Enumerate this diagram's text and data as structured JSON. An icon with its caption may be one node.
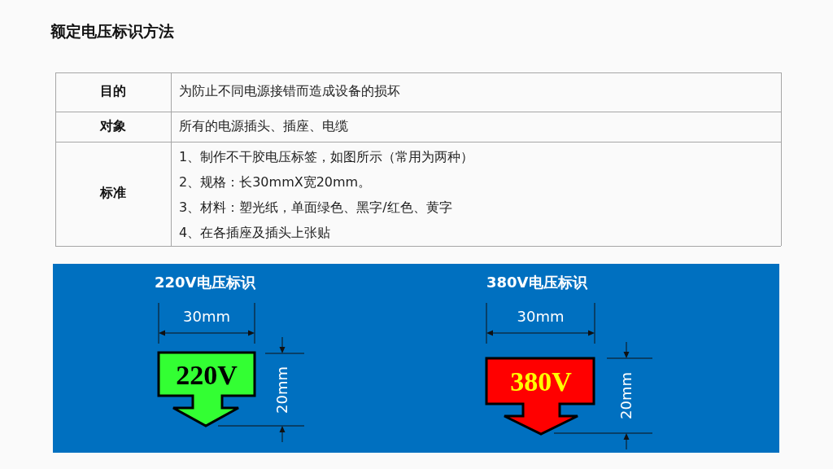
{
  "diagram": {
    "title": "额定电压标识方法",
    "nodes": [
      {
        "text": [
          "220V"
        ]
      },
      {
        "text": [
          "380V"
        ]
      }
    ],
    "labels": [
      "目的",
      "为防止不同电源接错而造成设备的损坏",
      "对象",
      "所有的电源插头、插座、电缆",
      "标准",
      "1、制作不干胶电压标签，如图所示（常用为两种）",
      "2、规格：长30mmX宽20mm。",
      "3、材料：塑光纸，单面绿色、黑字/红色、黄字",
      "4、在各插座及插头上张贴",
      "220V电压标识",
      "30mm",
      "20mm",
      "380V电压标识",
      "30mm",
      "20mm"
    ]
  }
}
